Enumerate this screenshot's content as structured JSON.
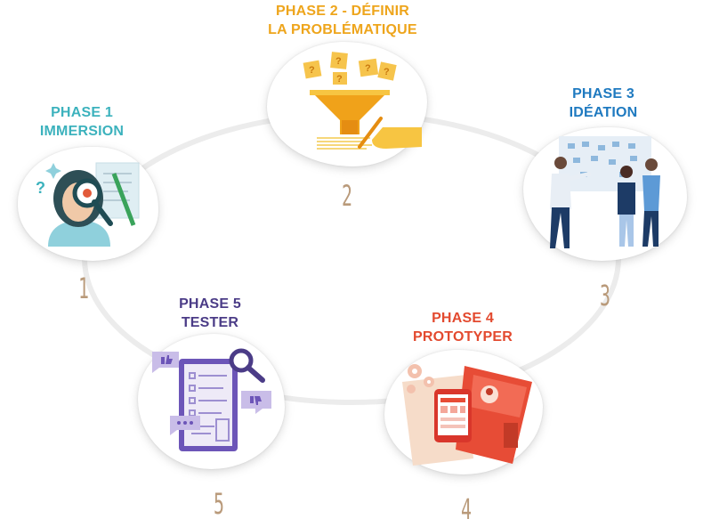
{
  "phases": [
    {
      "number": "1",
      "label": "PHASE 1",
      "name": "IMMERSION",
      "color": "#3cb2bd",
      "icon": "magnifier-person-icon"
    },
    {
      "number": "2",
      "label": "PHASE 2 - DÉFINIR",
      "name": "LA PROBLÉMATIQUE",
      "color": "#eea51c",
      "icon": "funnel-icon"
    },
    {
      "number": "3",
      "label": "PHASE 3",
      "name": "IDÉATION",
      "color": "#1f7ac0",
      "icon": "team-board-icon"
    },
    {
      "number": "4",
      "label": "PHASE 4",
      "name": "PROTOTYPER",
      "color": "#e34a2f",
      "icon": "prototype-tablet-icon"
    },
    {
      "number": "5",
      "label": "PHASE 5",
      "name": "TESTER",
      "color": "#4b3c87",
      "icon": "test-checklist-icon"
    }
  ]
}
